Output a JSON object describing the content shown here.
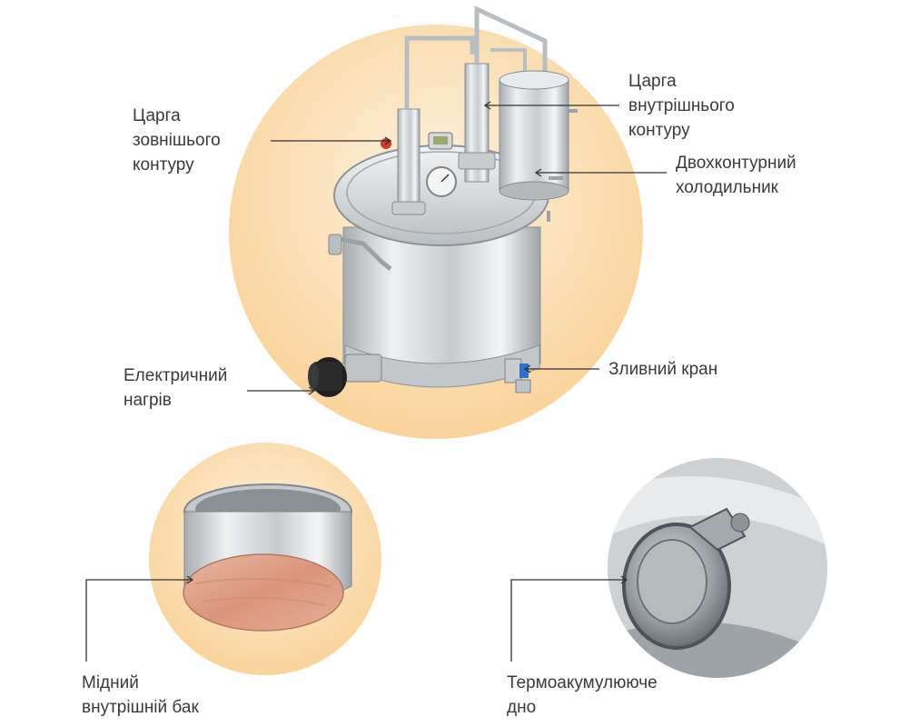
{
  "labels": {
    "outer_column": [
      "Царга",
      "зовнішього",
      "контуру"
    ],
    "inner_column": [
      "Царга",
      "внутрішнього",
      "контуру"
    ],
    "condenser": [
      "Двохконтурний",
      "холодильник"
    ],
    "heater": [
      "Електричний",
      "нагрів"
    ],
    "drain_valve": [
      "Зливний кран"
    ],
    "copper_tank": [
      "Мідний",
      "внутрішній бак"
    ],
    "bottom": [
      "Термоакумулююче",
      "дно"
    ]
  },
  "colors": {
    "circle_light": "#fdf0dc",
    "circle_dark": "#fad8a0",
    "steel": "#cfd3d6",
    "copper": "#e0a58e",
    "valve_blue": "#2f6fd0",
    "valve_red": "#d23a2a",
    "leader_line": "#333333"
  }
}
